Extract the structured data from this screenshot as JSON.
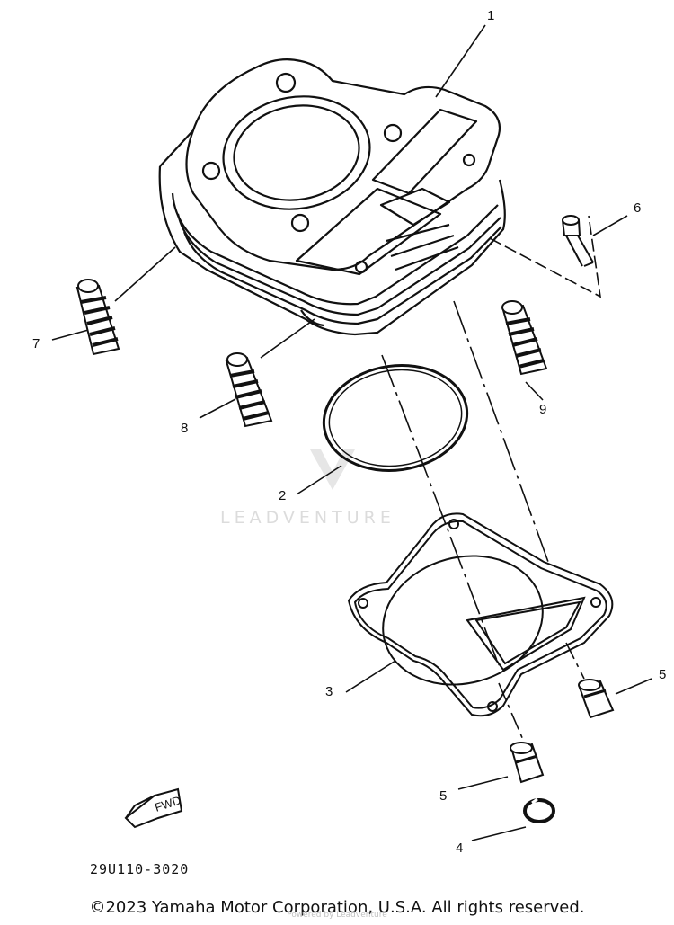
{
  "watermark": {
    "text": "LEADVENTURE"
  },
  "callouts": {
    "c1": "1",
    "c2": "2",
    "c3": "3",
    "c4": "4",
    "c5a": "5",
    "c5b": "5",
    "c6": "6",
    "c7": "7",
    "c8": "8",
    "c9": "9"
  },
  "fwd_label": "FWD",
  "part_code": "29U110-3020",
  "copyright": "©2023 Yamaha Motor Corporation, U.S.A. All rights reserved.",
  "footer_link": "Powered by Leadventure"
}
